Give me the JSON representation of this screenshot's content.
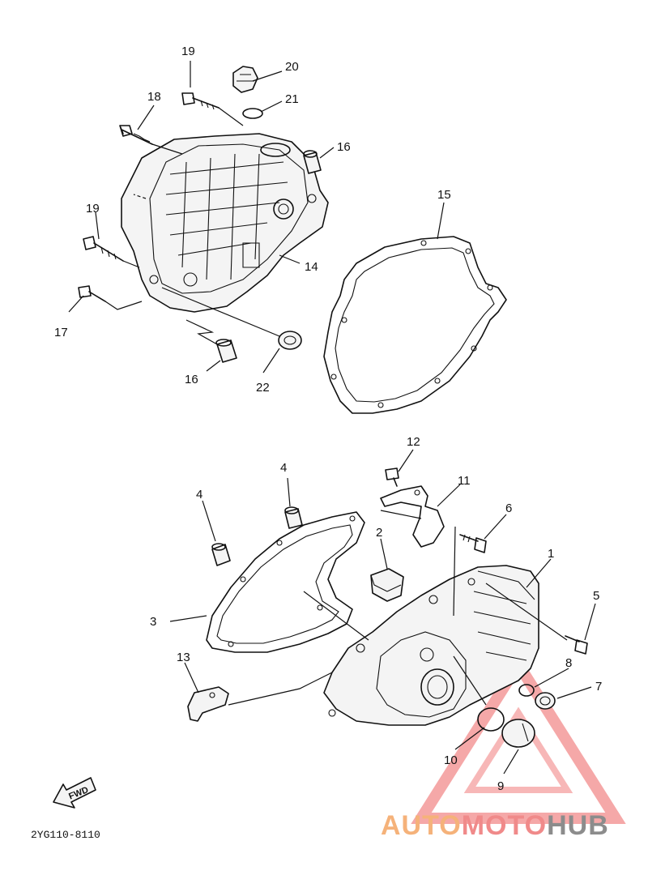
{
  "callouts": {
    "c1": "1",
    "c2": "2",
    "c3": "3",
    "c4a": "4",
    "c4b": "4",
    "c5": "5",
    "c6": "6",
    "c7": "7",
    "c8": "8",
    "c9": "9",
    "c10": "10",
    "c11": "11",
    "c12": "12",
    "c13": "13",
    "c14": "14",
    "c15": "15",
    "c16a": "16",
    "c16b": "16",
    "c17": "17",
    "c18": "18",
    "c19a": "19",
    "c19b": "19",
    "c20": "20",
    "c21": "21",
    "c22": "22"
  },
  "fwd_label": "FWD",
  "diagram_code": "2YG110-8110",
  "watermark": {
    "part1": "AUTO",
    "part2": "MOTO",
    "part3": "HUB",
    "color_orange": "#f5b27a",
    "color_red": "#f08a8a",
    "color_gray": "#8c8c8c"
  }
}
